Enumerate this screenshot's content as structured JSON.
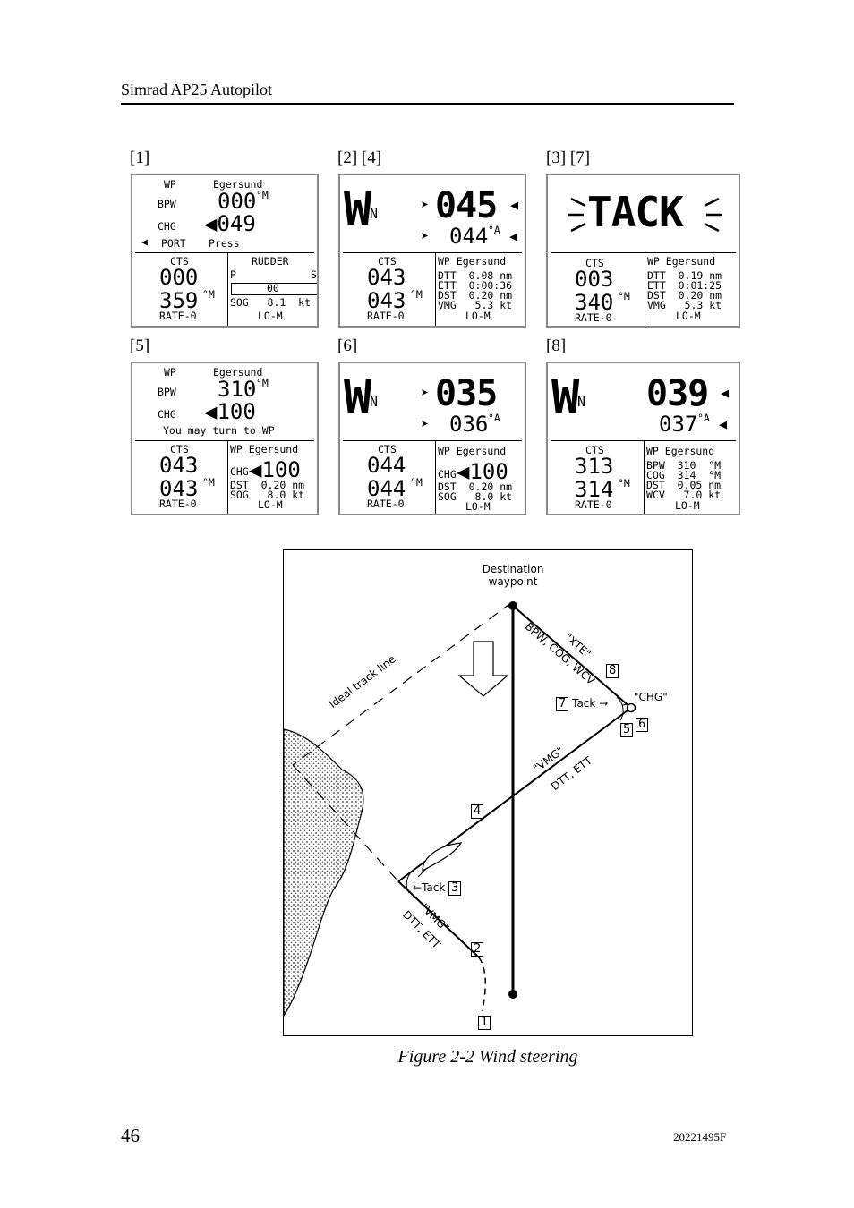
{
  "header": {
    "title": "Simrad AP25 Autopilot"
  },
  "panel_labels": [
    "[1]",
    "[2] [4]",
    "[3] [7]",
    "[5]",
    "[6]",
    "[8]"
  ],
  "screens": {
    "s1": {
      "top_left": [
        "WP",
        "BPW",
        "CHG",
        "PORT"
      ],
      "wp_name": "Egersund",
      "bpw": "000",
      "deg_m": "°M",
      "chg": "049",
      "press": "Press",
      "cts_label": "CTS",
      "cts": "000",
      "course": "359",
      "rate": "RATE-0",
      "rudder_label": "RUDDER",
      "p": "P",
      "s": "S",
      "rudder_val": "00",
      "sog": "SOG   8.1  kt",
      "mode": "LO-M"
    },
    "s2": {
      "wn": "W",
      "n": "N",
      "big": "045",
      "small": "044",
      "deg_a": "°A",
      "cts_label": "CTS",
      "cts": "043",
      "course": "043",
      "deg_m": "°M",
      "rate": "RATE-0",
      "wp": "WP Egersund",
      "l1": "DTT  0.08 nm",
      "l2": "ETT  0:00:36",
      "l3": "DST  0.20 nm",
      "l4": "VMG   5.3 kt",
      "mode": "LO-M"
    },
    "s3": {
      "tack": "TACK",
      "cts_label": "CTS",
      "cts": "003",
      "course": "340",
      "deg_m": "°M",
      "rate": "RATE-0",
      "wp": "WP Egersund",
      "l1": "DTT  0.19 nm",
      "l2": "ETT  0:01:25",
      "l3": "DST  0.20 nm",
      "l4": "VMG   5.3 kt",
      "mode": "LO-M"
    },
    "s5": {
      "wp_label": "WP",
      "wp_name": "Egersund",
      "bpw_label": "BPW",
      "bpw": "310",
      "deg_m": "°M",
      "chg_label": "CHG",
      "chg": "100",
      "msg": "You may turn to WP",
      "cts_label": "CTS",
      "cts": "043",
      "course": "043",
      "rate": "RATE-0",
      "wp": "WP Egersund",
      "chg_small": "CHG",
      "chg2": "100",
      "l1": "DST  0.20 nm",
      "l2": "SOG   8.0 kt",
      "mode": "LO-M"
    },
    "s6": {
      "wn": "W",
      "n": "N",
      "big": "035",
      "small": "036",
      "deg_a": "°A",
      "cts_label": "CTS",
      "cts": "044",
      "course": "044",
      "deg_m": "°M",
      "rate": "RATE-0",
      "wp": "WP Egersund",
      "chg_small": "CHG",
      "chg2": "100",
      "l1": "DST  0.20 nm",
      "l2": "SOG   8.0 kt",
      "mode": "LO-M"
    },
    "s8": {
      "wn": "W",
      "n": "N",
      "big": "039",
      "small": "037",
      "deg_a": "°A",
      "cts_label": "CTS",
      "cts": "313",
      "course": "314",
      "deg_m": "°M",
      "rate": "RATE-0",
      "wp": "WP Egersund",
      "l1": "BPW  310  °M",
      "l2": "COG  314  °M",
      "l3": "DST  0.05 nm",
      "l4": "WCV   7.0 kt",
      "mode": "LO-M"
    }
  },
  "diagram": {
    "destination": [
      "Destination",
      "waypoint"
    ],
    "ideal_track": "Ideal track line",
    "bpw_cog_wcv": "BPW, COG, WCV",
    "xte": "\"XTE\"",
    "chg": "\"CHG\"",
    "tack": "Tack",
    "vmg": "\"VMG\"",
    "dtt_ett": "DTT, ETT",
    "markers": [
      "1",
      "2",
      "3",
      "4",
      "5",
      "6",
      "7",
      "8"
    ]
  },
  "caption": "Figure 2-2 Wind steering",
  "footer": {
    "page_number": "46",
    "doc_number": "20221495F"
  }
}
